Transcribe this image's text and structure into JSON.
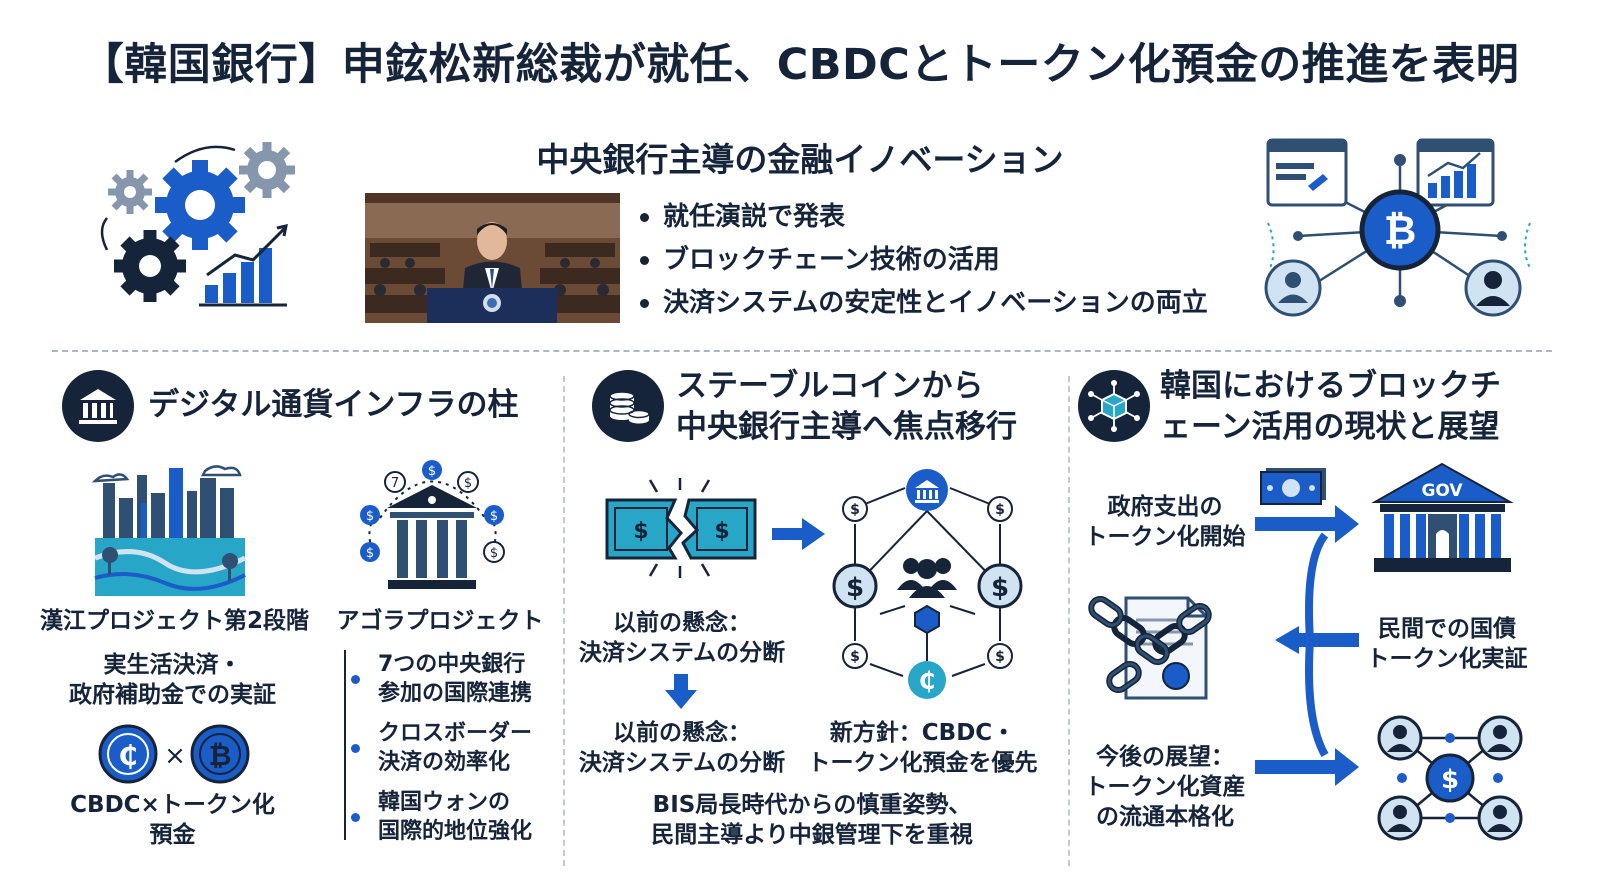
{
  "title": "【韓国銀行】申鉉松新総裁が就任、CBDCとトークン化預金の推進を表明",
  "hero": {
    "subtitle": "中央銀行主導の金融イノベーション",
    "bullets": [
      "就任演説で発表",
      "ブロックチェーン技術の活用",
      "決済システムの安定性とイノベーションの両立"
    ],
    "coin_symbol": "₿"
  },
  "section1": {
    "title": "デジタル通貨インフラの柱",
    "hangang": {
      "label": "漢江プロジェクト第2段階",
      "desc": [
        "実生活決済・",
        "政府補助金での実証"
      ]
    },
    "agora": {
      "label": "アゴラプロジェクト",
      "items": [
        [
          "7つの中央銀行",
          "参加の国際連携"
        ],
        [
          "クロスボーダー",
          "決済の効率化"
        ],
        [
          "韓国ウォンの",
          "国際的地位強化"
        ]
      ],
      "ring_symbols": [
        "7",
        "$",
        "$",
        "$",
        "$",
        "$",
        "$"
      ]
    },
    "combo": {
      "left_symbol": "₵",
      "times": "×",
      "right_symbol": "₿",
      "label": [
        "CBDC×トークン化",
        "預金"
      ]
    }
  },
  "section2": {
    "title": [
      "ステーブルコインから",
      "中央銀行主導へ焦点移行"
    ],
    "concern1": [
      "以前の懸念：",
      "決済システムの分断"
    ],
    "concern2": [
      "以前の懸念：",
      "決済システムの分断"
    ],
    "policy": [
      "新方針：CBDC・",
      "トークン化預金を優先"
    ],
    "footer": [
      "BIS局長時代からの慎重姿勢、",
      "民間主導より中銀管理下を重視"
    ],
    "bill_symbol": "$",
    "network_symbols": [
      "$",
      "$",
      "$",
      "$",
      "$",
      "$",
      "₵"
    ]
  },
  "section3": {
    "title": [
      "韓国におけるブロックチ",
      "ェーン活用の現状と展望"
    ],
    "gov_spend": [
      "政府支出の",
      "トークン化開始"
    ],
    "bond": [
      "民間での国債",
      "トークン化実証"
    ],
    "outlook": [
      "今後の展望：",
      "トークン化資産",
      "の流通本格化"
    ],
    "gov_label": "GOV",
    "network_symbol": "$"
  },
  "colors": {
    "navy": "#16243a",
    "blue": "#1a5cc8",
    "steel": "#2f4f73",
    "teal": "#27a6c8",
    "light_blue": "#cfe3f3"
  }
}
